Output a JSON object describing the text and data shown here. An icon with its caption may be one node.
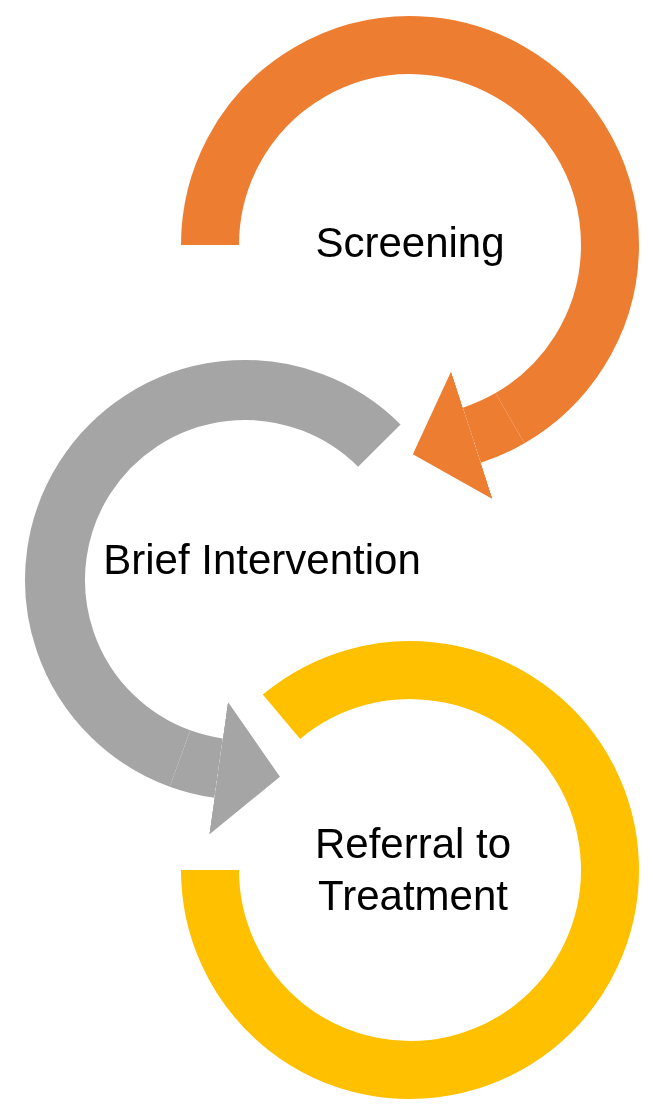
{
  "diagram": {
    "nodes": [
      {
        "text": [
          "Screening"
        ]
      },
      {
        "text": [
          "Brief Intervention"
        ]
      },
      {
        "text": [
          "Referral to Treatment"
        ]
      }
    ],
    "edges": [
      {
        "from": 0,
        "to": 1,
        "arrow": "to",
        "color": "#ed7d31"
      },
      {
        "from": 1,
        "to": 2,
        "arrow": "to",
        "color": "#a5a5a5"
      }
    ]
  }
}
